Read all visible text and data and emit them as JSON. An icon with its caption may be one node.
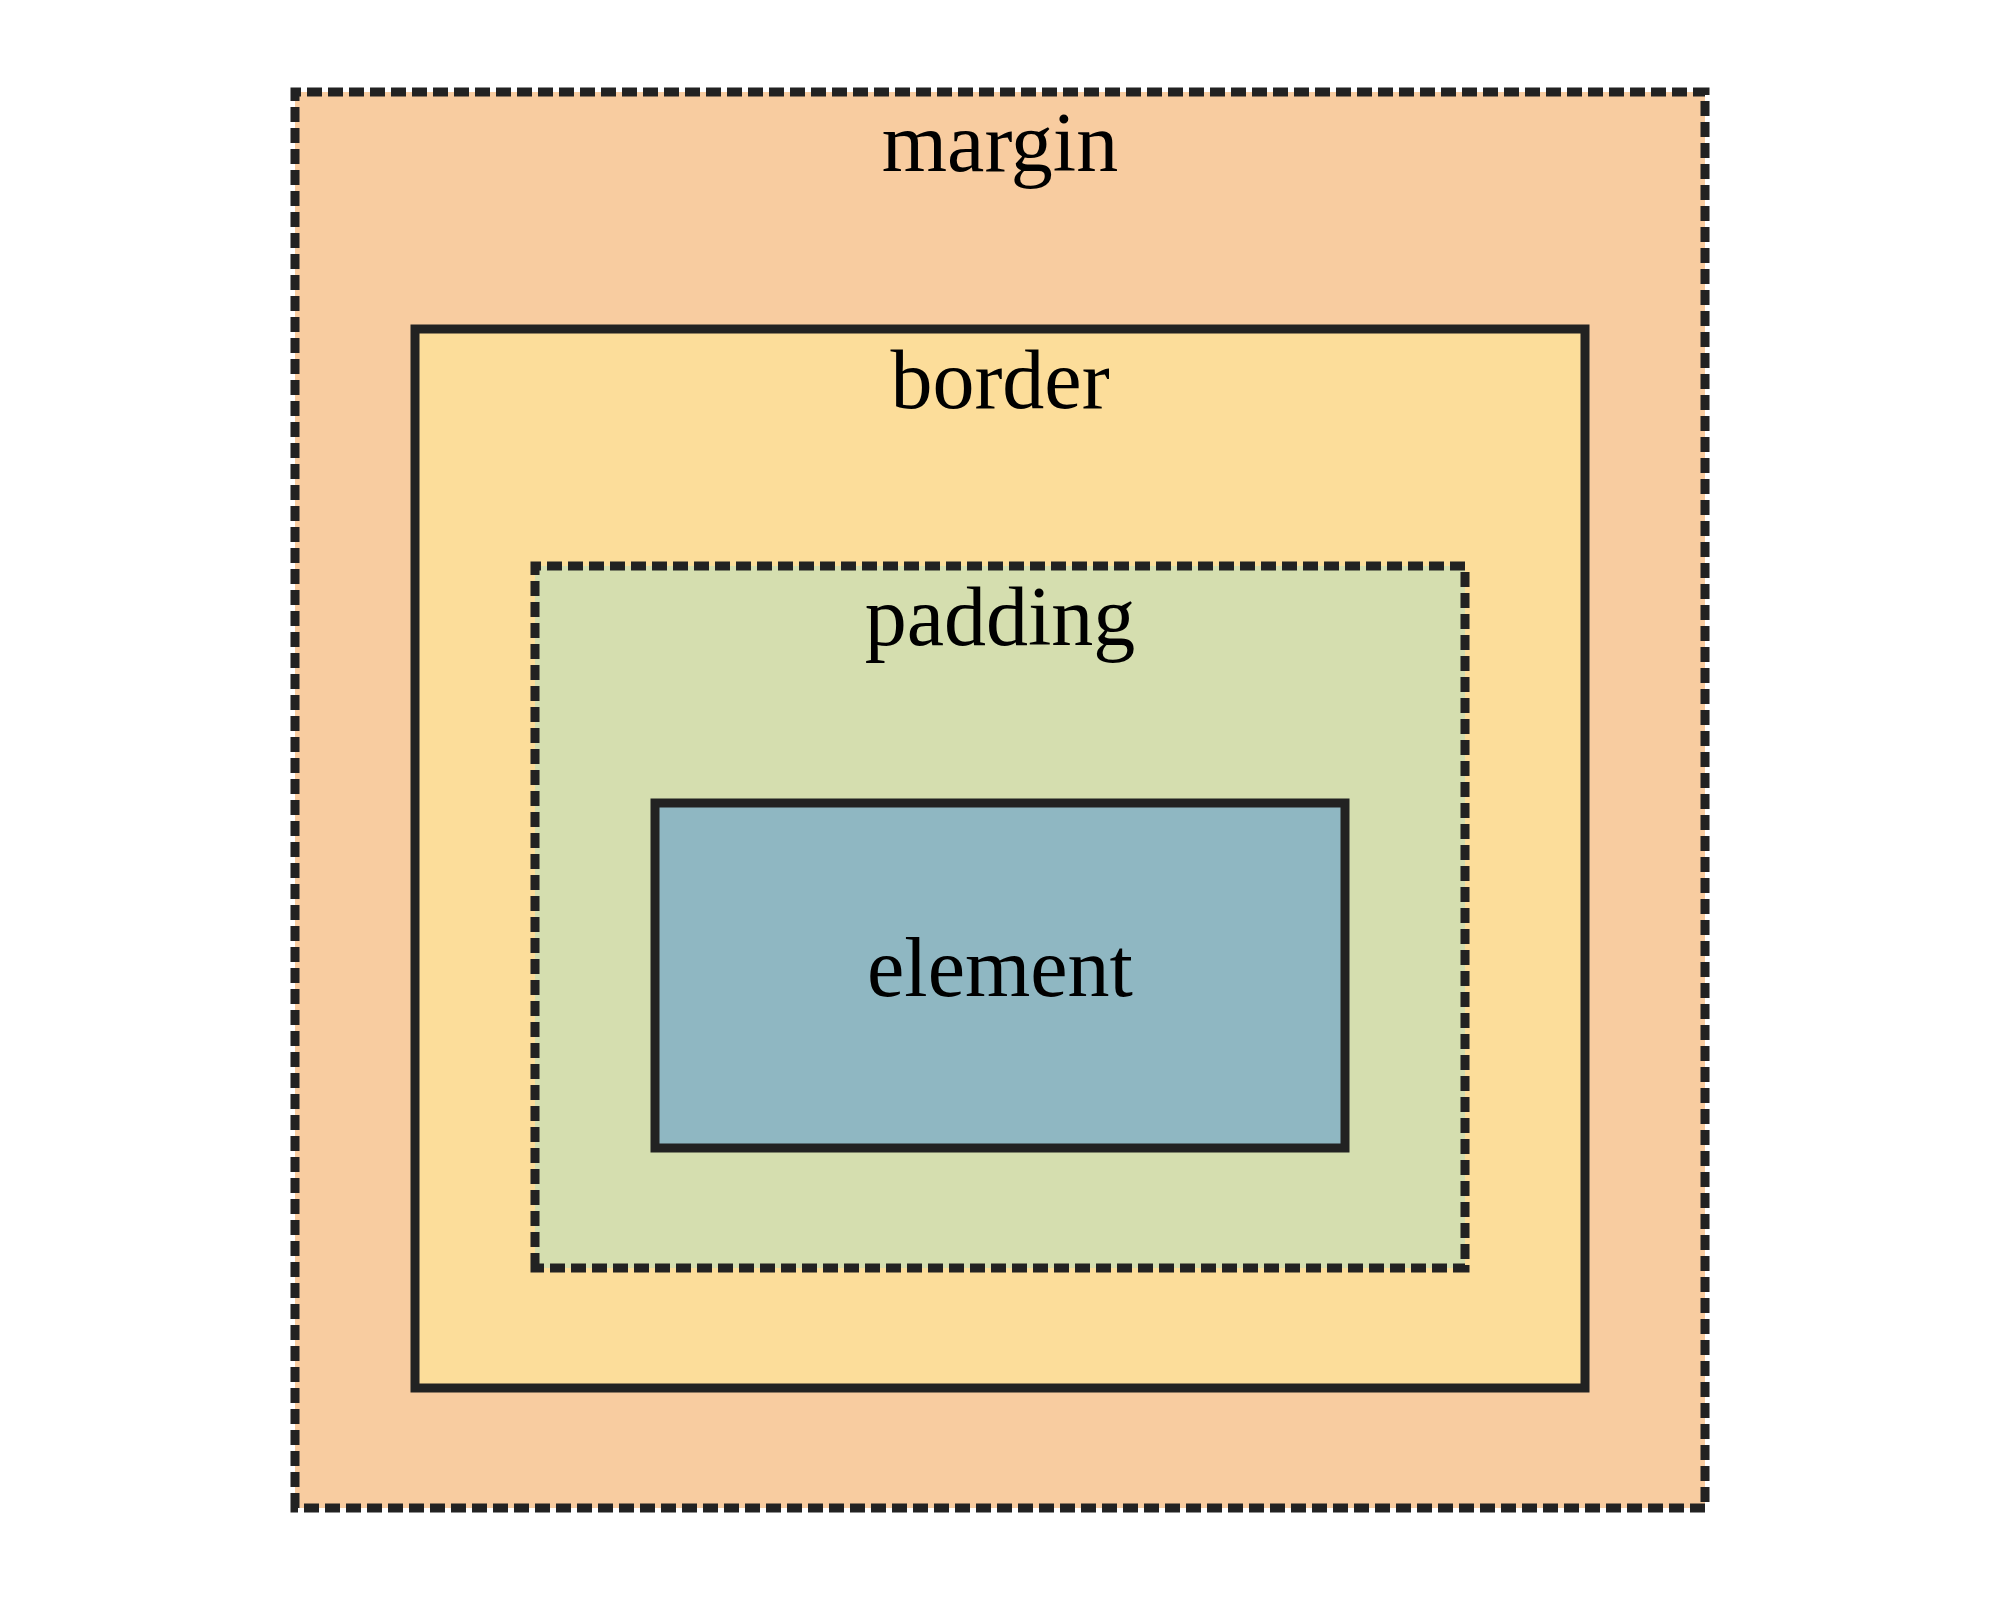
{
  "diagram": {
    "nodes": [
      {
        "text": [
          "margin"
        ]
      },
      {
        "text": [
          "border"
        ],
        "in": 0
      },
      {
        "text": [
          "padding"
        ],
        "in": 1
      },
      {
        "text": [
          "element"
        ],
        "in": 2
      }
    ]
  }
}
